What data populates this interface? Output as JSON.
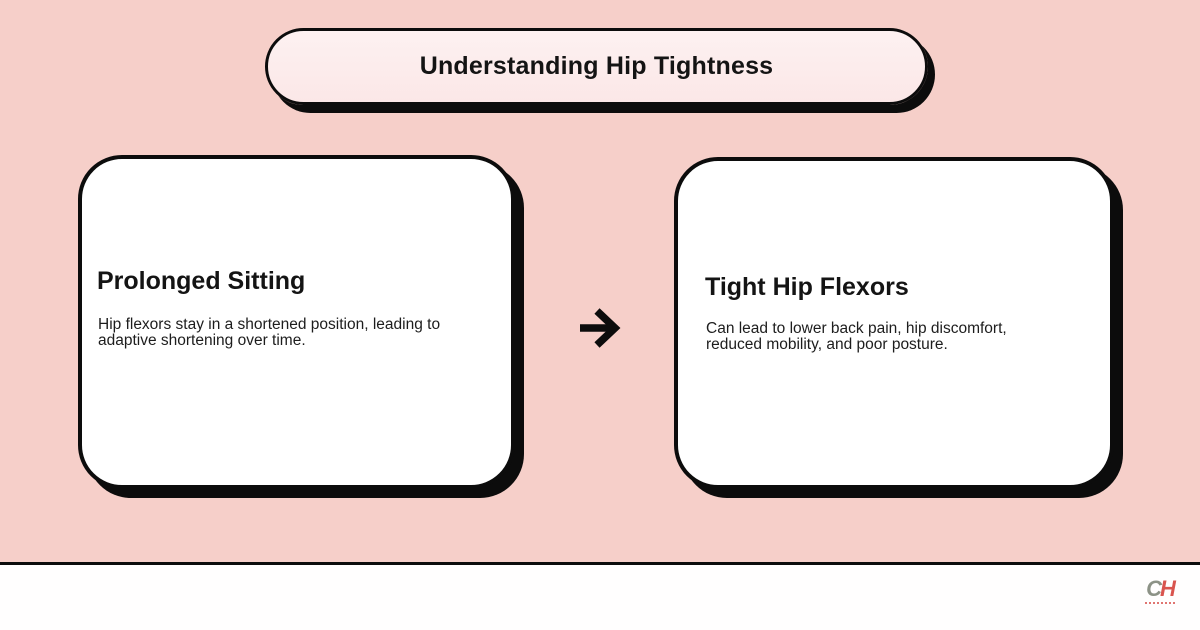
{
  "title": "Understanding Hip Tightness",
  "cards": [
    {
      "title": "Prolonged Sitting",
      "description": "Hip flexors stay in a shortened position, leading to adaptive shortening over time."
    },
    {
      "title": "Tight Hip Flexors",
      "description": "Can lead to lower back pain, hip discomfort, reduced mobility, and poor posture."
    }
  ],
  "connector": {
    "icon": "right-arrow-icon"
  },
  "footer": {
    "logo": {
      "letter_c": "C",
      "letter_h": "H"
    }
  },
  "colors": {
    "background": "#f6cfc9",
    "pill_fill": "#fdefef",
    "card_fill": "#ffffff",
    "outline": "#0c0c0c",
    "footer_fill": "#fffefe",
    "logo_c": "#8c9286",
    "logo_h": "#d9544e"
  }
}
